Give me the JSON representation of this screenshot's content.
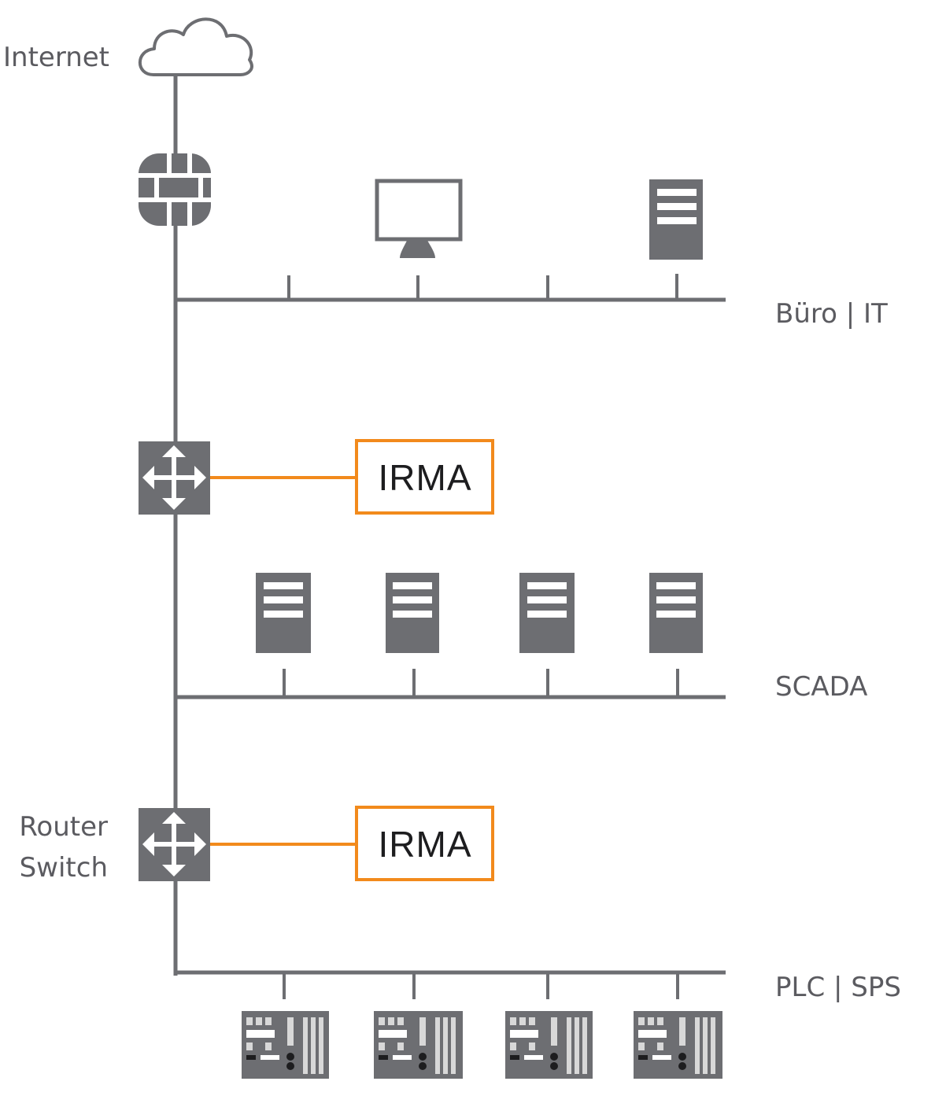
{
  "labels": {
    "internet": "Internet",
    "router": "Router",
    "switch": "Switch",
    "buero_it": "Büro | IT",
    "scada": "SCADA",
    "plc_sps": "PLC | SPS"
  },
  "irma_boxes": [
    {
      "text": "IRMA"
    },
    {
      "text": "IRMA"
    }
  ],
  "icons": {
    "cloud": "cloud-icon",
    "firewall": "firewall-icon",
    "monitor": "monitor-icon",
    "server": "server-icon",
    "switch": "router-switch-icon",
    "plc": "plc-icon"
  },
  "colors": {
    "line": "#6d6e72",
    "icon": "#6d6e72",
    "accent": "#f28a1c",
    "text": "#5b5b60"
  }
}
